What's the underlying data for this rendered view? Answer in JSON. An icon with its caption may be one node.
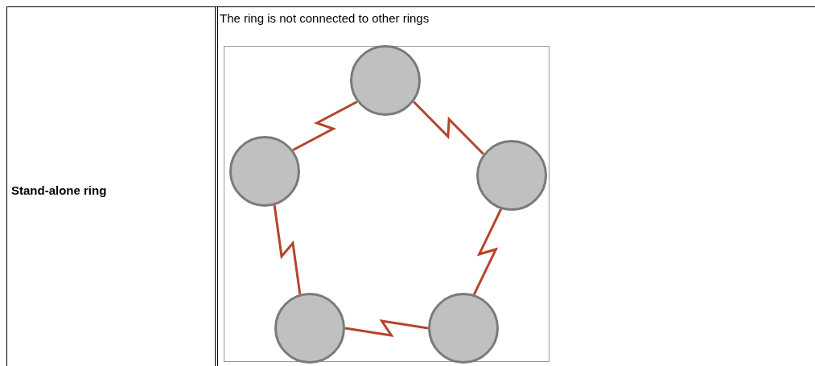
{
  "diagram": {
    "nodes": [
      {
        "text": [],
        "shape": "circle"
      },
      {
        "text": [],
        "shape": "circle"
      },
      {
        "text": [],
        "shape": "circle"
      },
      {
        "text": [],
        "shape": "circle"
      },
      {
        "text": [],
        "shape": "circle"
      }
    ],
    "edges": [
      {
        "from": 0,
        "to": 1,
        "arrow": "none"
      },
      {
        "from": 0,
        "to": 2,
        "arrow": "none"
      },
      {
        "from": 1,
        "to": 3,
        "arrow": "none"
      },
      {
        "from": 2,
        "to": 4,
        "arrow": "none"
      },
      {
        "from": 3,
        "to": 4,
        "arrow": "none"
      }
    ],
    "labels": [
      "Stand-alone ring",
      "The ring is not connected to other rings"
    ]
  }
}
